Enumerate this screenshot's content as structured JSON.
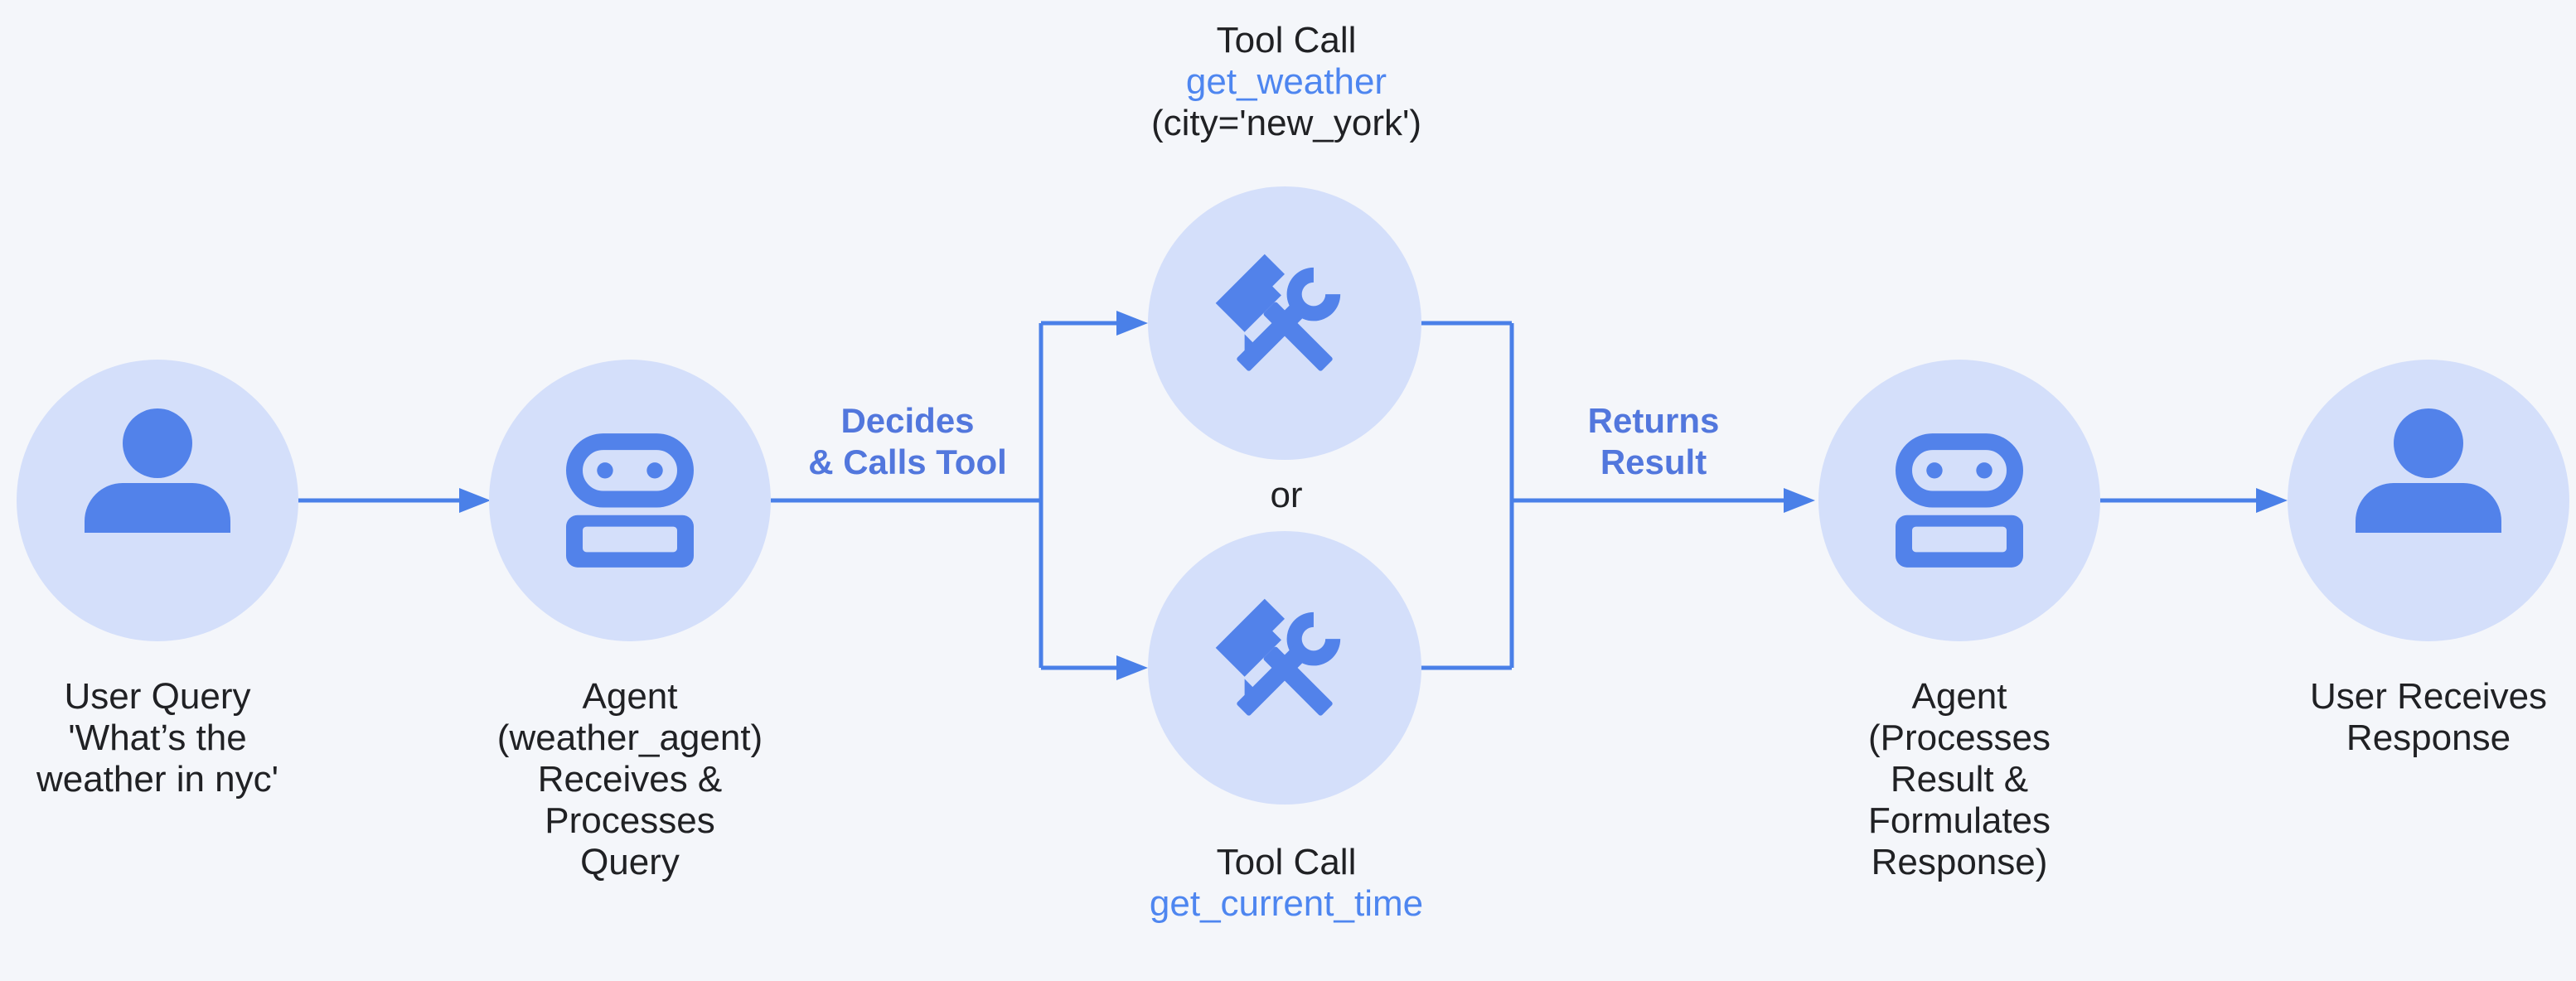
{
  "colors": {
    "background": "#f4f6fa",
    "node_fill": "#d4dffa",
    "icon_blue": "#5282ea",
    "line_blue": "#4a80e8",
    "tool_name_blue": "#4e86f0",
    "flow_label_blue": "#5277dd",
    "text_dark": "#202124"
  },
  "nodes": {
    "user_query": {
      "icon": "person-icon",
      "caption": [
        "User Query",
        "'What’s the",
        "weather in nyc'"
      ]
    },
    "agent_in": {
      "icon": "robot-icon",
      "caption": [
        "Agent",
        "(weather_agent)",
        "Receives &",
        "Processes",
        "Query"
      ]
    },
    "tool_weather": {
      "icon": "tools-icon",
      "title": "Tool Call",
      "name": "get_weather",
      "args": "(city='new_york')"
    },
    "tool_time": {
      "icon": "tools-icon",
      "title": "Tool Call",
      "name": "get_current_time"
    },
    "agent_out": {
      "icon": "robot-icon",
      "caption": [
        "Agent",
        "(Processes",
        "Result &",
        "Formulates",
        "Response)"
      ]
    },
    "user_response": {
      "icon": "person-icon",
      "caption": [
        "User Receives",
        "Response"
      ]
    }
  },
  "edge_labels": {
    "decides": [
      "Decides",
      "& Calls Tool"
    ],
    "returns": [
      "Returns",
      "Result"
    ],
    "or": "or"
  }
}
